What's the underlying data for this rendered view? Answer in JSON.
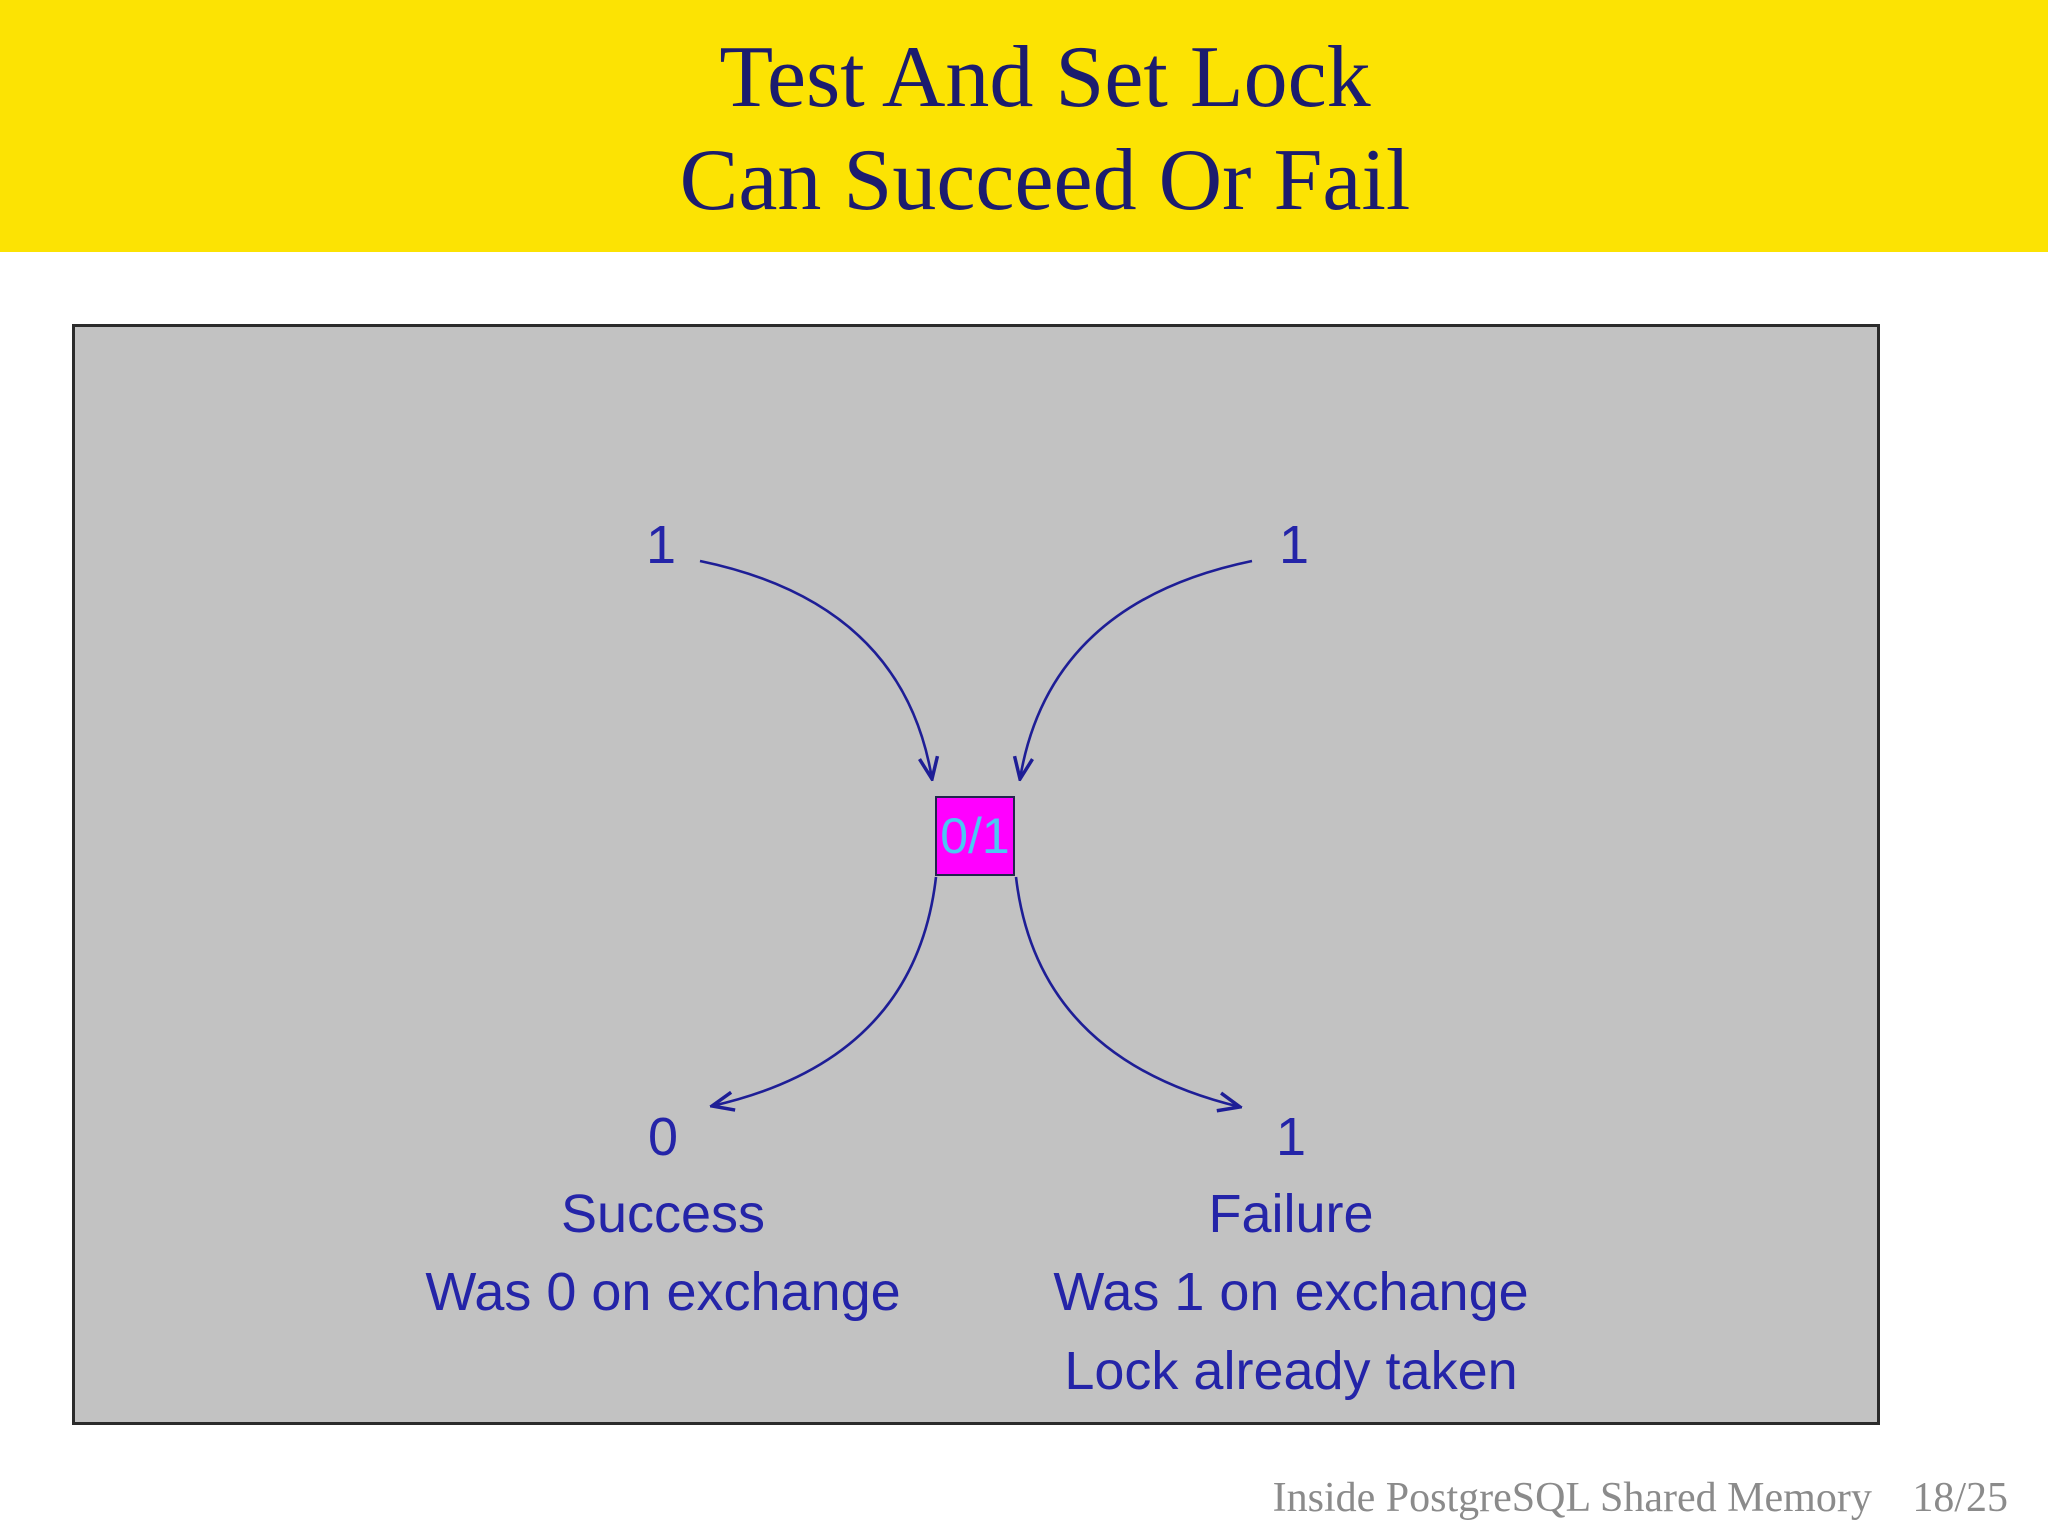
{
  "header": {
    "title_line1": "Test And Set Lock",
    "title_line2": "Can Succeed Or Fail"
  },
  "diagram": {
    "incoming_left_value": "1",
    "incoming_right_value": "1",
    "lock_box_value": "0/1",
    "left_result": {
      "value": "0",
      "title": "Success",
      "detail": "Was 0 on exchange"
    },
    "right_result": {
      "value": "1",
      "title": "Failure",
      "detail": "Was 1 on exchange",
      "detail2": "Lock already taken"
    }
  },
  "footer": {
    "presentation_title": "Inside PostgreSQL Shared Memory",
    "page_number": "18/25"
  },
  "colors": {
    "banner_yellow": "#fce303",
    "title_navy": "#1c1c6e",
    "panel_gray": "#c2c2c2",
    "arrow_blue": "#1e1e96",
    "label_blue": "#2424a8",
    "lock_box_magenta": "#ff00ff",
    "lock_box_text_cyan": "#4cc7f2",
    "footer_gray": "#8b8b8b"
  }
}
